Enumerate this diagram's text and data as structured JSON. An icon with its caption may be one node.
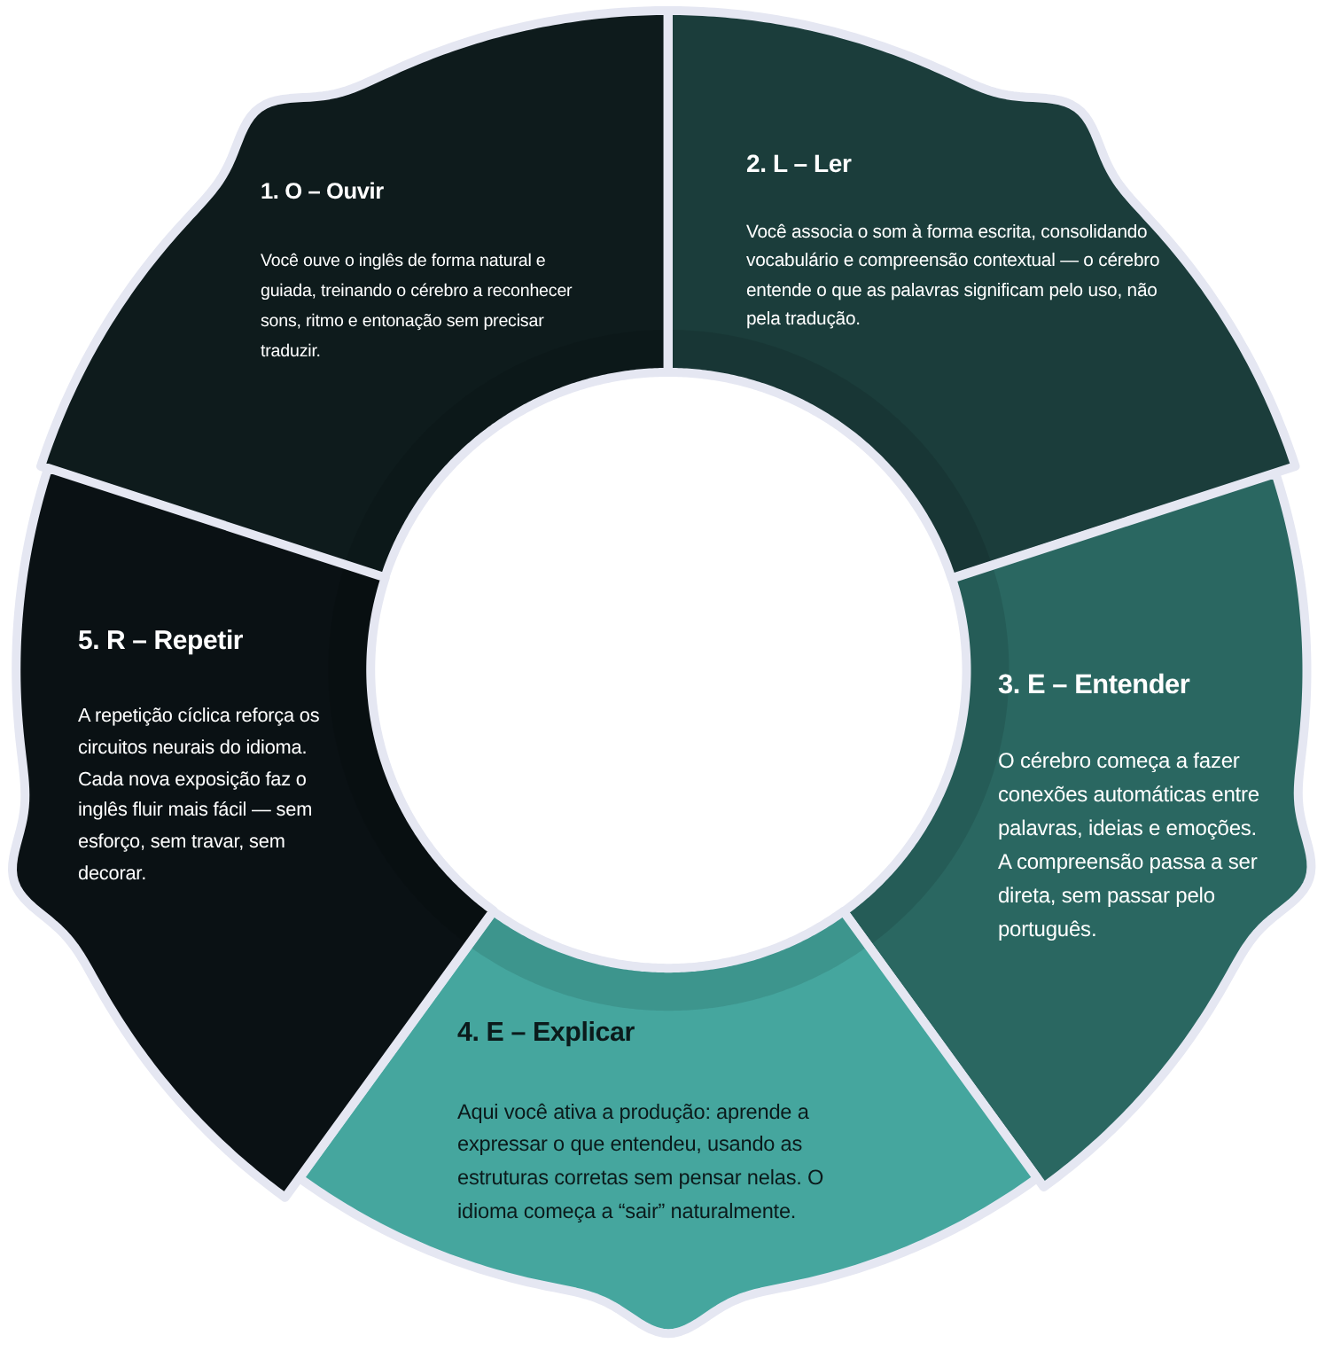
{
  "diagram": {
    "nodes": [
      {
        "text": [
          "1. O – Ouvir",
          "Você ouve o inglês de forma natural e guiada, treinando o cérebro a reconhecer sons, ritmo e entonação sem precisar traduzir."
        ]
      },
      {
        "text": [
          "2. L – Ler",
          "Você associa o som à forma escrita, consolidando vocabulário e compreensão contextual — o cérebro entende o que as palavras significam pelo uso, não pela tradução."
        ]
      },
      {
        "text": [
          "3. E – Entender",
          "O cérebro começa a fazer conexões automáticas entre palavras, ideias e emoções. A compreensão passa a ser direta, sem passar pelo português."
        ]
      },
      {
        "text": [
          "4. E – Explicar",
          "Aqui você ativa a produção: aprende a expressar o que entendeu, usando as estruturas corretas sem pensar nelas. O idioma começa a “sair” naturalmente."
        ]
      },
      {
        "text": [
          "5. R – Repetir",
          "A repetição cíclica reforça os circuitos neurais do idioma. Cada nova exposição faz o inglês fluir mais fácil — sem esforço, sem travar, sem decorar."
        ]
      }
    ]
  }
}
